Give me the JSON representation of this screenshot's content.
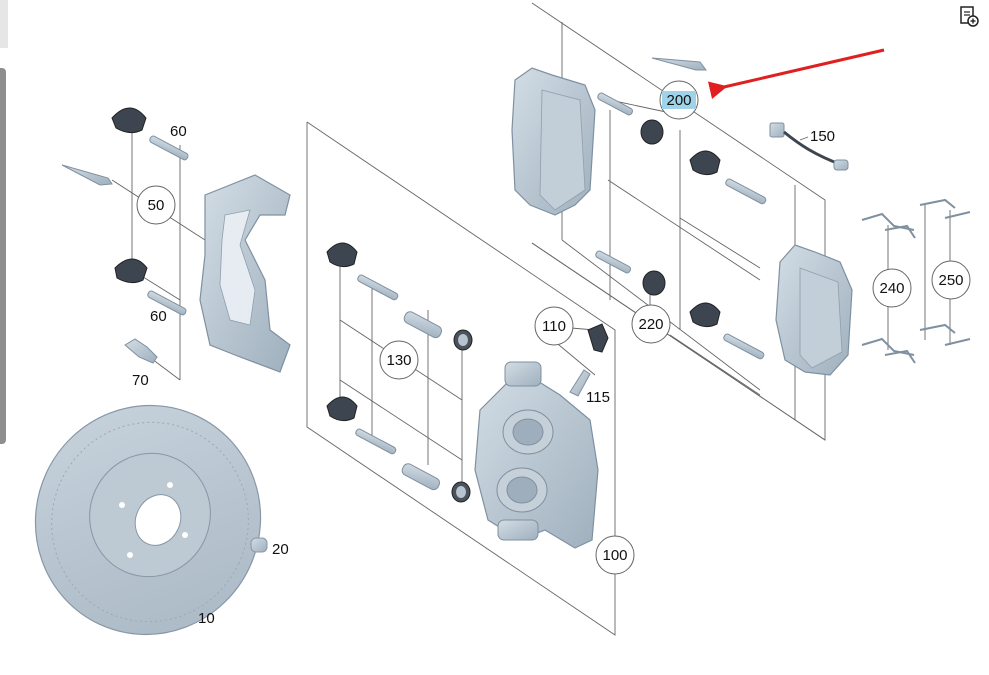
{
  "colors": {
    "part_fill": "#b7c4cf",
    "part_dark": "#8d9baa",
    "part_light": "#d5dee6",
    "line": "#555555",
    "highlight": "#9fd3ea",
    "arrow": "#e02020"
  },
  "toolbar": {
    "icon": "document-add-icon"
  },
  "callouts": {
    "c10": "10",
    "c20": "20",
    "c50": "50",
    "c60a": "60",
    "c60b": "60",
    "c70": "70",
    "c100": "100",
    "c110": "110",
    "c115": "115",
    "c130": "130",
    "c150": "150",
    "c200": "200",
    "c220": "220",
    "c240": "240",
    "c250": "250"
  },
  "selected_callout": "200"
}
